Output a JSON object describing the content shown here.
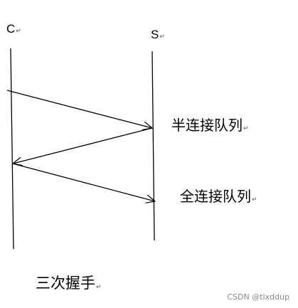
{
  "participants": {
    "client": {
      "label": "C"
    },
    "server": {
      "label": "S"
    }
  },
  "states": {
    "half_queue": "半连接队列",
    "full_queue": "全连接队列"
  },
  "caption": "三次握手",
  "paragraph_mark": "↵",
  "watermark": "CSDN @tlxddup",
  "colors": {
    "line": "#000000",
    "background": "#ffffff",
    "watermark": "#8a8a8a"
  }
}
